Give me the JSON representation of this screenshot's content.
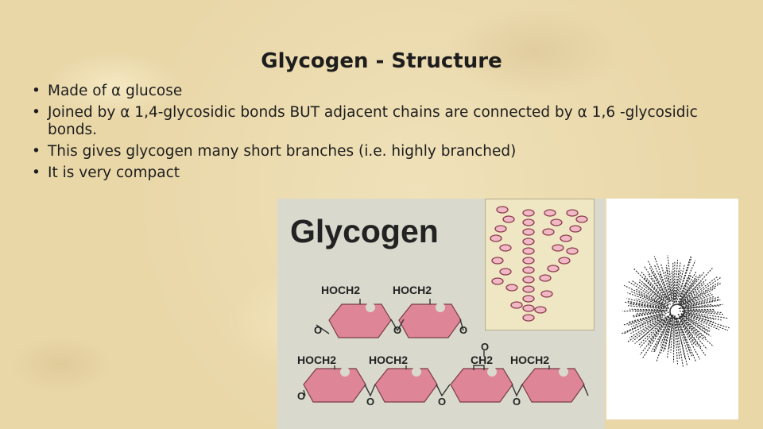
{
  "slide": {
    "title": "Glycogen - Structure",
    "bullets": [
      "Made of α glucose",
      "Joined by α 1,4-glycosidic bonds BUT adjacent chains are connected by α 1,6 -glycosidic bonds.",
      "This gives glycogen many short branches (i.e. highly branched)",
      "It is very compact"
    ]
  },
  "figure": {
    "title": "Glycogen",
    "top_row_labels": [
      "HOCH2",
      "HOCH2"
    ],
    "bottom_row_labels": [
      "HOCH2",
      "HOCH2",
      "CH2",
      "HOCH2"
    ],
    "oxygen": "O",
    "ring_color": "#de8597",
    "panel_color": "#d9dacd"
  }
}
